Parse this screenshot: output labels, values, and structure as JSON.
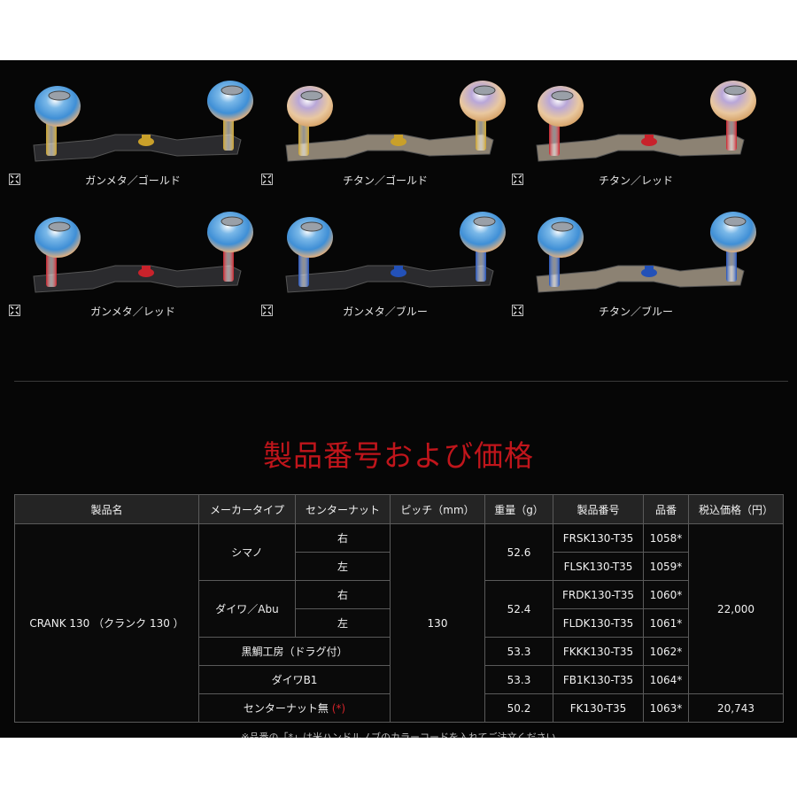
{
  "products": [
    {
      "label": "ガンメタ／ゴールド",
      "arm": "#2b2b2e",
      "post": "#c9a02a",
      "nut": "#c9a02a",
      "knobs": "blue"
    },
    {
      "label": "チタン／ゴールド",
      "arm": "#8c8273",
      "post": "#c9a02a",
      "nut": "#c9a02a",
      "knobs": "titan"
    },
    {
      "label": "チタン／レッド",
      "arm": "#8c8273",
      "post": "#c8222b",
      "nut": "#c8222b",
      "knobs": "titan"
    },
    {
      "label": "ガンメタ／レッド",
      "arm": "#2b2b2e",
      "post": "#c8222b",
      "nut": "#c8222b",
      "knobs": "blue"
    },
    {
      "label": "ガンメタ／ブルー",
      "arm": "#2b2b2e",
      "post": "#2351b8",
      "nut": "#2351b8",
      "knobs": "blue"
    },
    {
      "label": "チタン／ブルー",
      "arm": "#8c8273",
      "post": "#2351b8",
      "nut": "#2351b8",
      "knobs": "blue"
    }
  ],
  "section_title": "製品番号および価格",
  "table": {
    "headers": [
      "製品名",
      "メーカータイプ",
      "センターナット",
      "ピッチ（mm）",
      "重量（g）",
      "製品番号",
      "品番",
      "税込価格（円）"
    ],
    "product_name": "CRANK 130 （クランク 130 ）",
    "pitch": "130",
    "maker_shimano": "シマノ",
    "maker_daiwa_abu": "ダイワ／Abu",
    "nut_right": "右",
    "nut_left": "左",
    "weight_shimano": "52.6",
    "weight_daiwa": "52.4",
    "price_main": "22,000",
    "rows": [
      {
        "code": "FRSK130-T35",
        "part": "1058*"
      },
      {
        "code": "FLSK130-T35",
        "part": "1059*"
      },
      {
        "code": "FRDK130-T35",
        "part": "1060*"
      },
      {
        "code": "FLDK130-T35",
        "part": "1061*"
      }
    ],
    "kurogane": {
      "label": "黒鯛工房（ドラグ付）",
      "weight": "53.3",
      "code": "FKKK130-T35",
      "part": "1062*"
    },
    "daiwa_b1": {
      "label": "ダイワB1",
      "weight": "53.3",
      "code": "FB1K130-T35",
      "part": "1064*"
    },
    "no_nut": {
      "label": "センターナット無",
      "mark": "(*)",
      "weight": "50.2",
      "code": "FK130-T35",
      "part": "1063*",
      "price": "20,743"
    }
  },
  "footnote": "※品番の「*」は米ハンドルノブのカラーコードを入れてご注文ください"
}
